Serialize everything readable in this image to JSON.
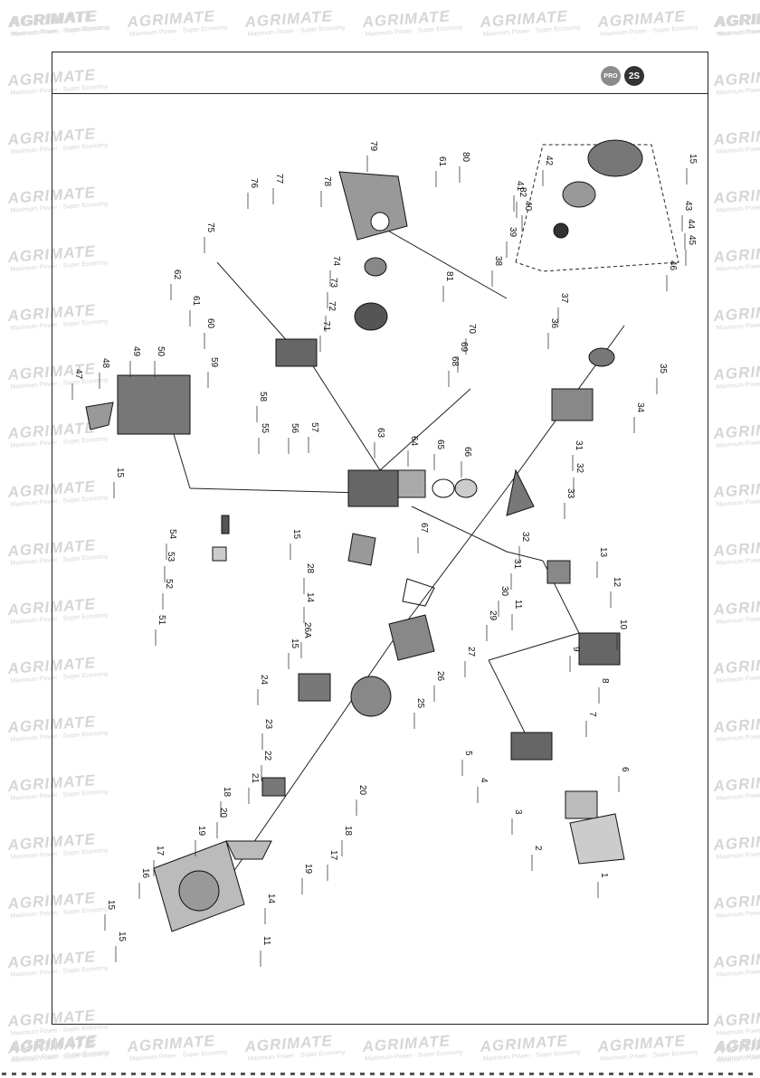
{
  "watermark": {
    "brand": "AGRIMATE",
    "tagline": "Maximum Power · Super Economy"
  },
  "header": {
    "badge_pro": "PRO",
    "badge_2s": "2S"
  },
  "diagram": {
    "part_numbers": [
      "1",
      "2",
      "3",
      "4",
      "5",
      "6",
      "7",
      "8",
      "9",
      "10",
      "11",
      "11",
      "12",
      "13",
      "14",
      "14",
      "15",
      "15",
      "15",
      "15",
      "15",
      "15",
      "16",
      "17",
      "17",
      "18",
      "18",
      "19",
      "19",
      "20",
      "20",
      "21",
      "22",
      "23",
      "24",
      "25",
      "26",
      "26A",
      "27",
      "28",
      "29",
      "30",
      "31",
      "31",
      "32",
      "32",
      "33",
      "34",
      "35",
      "36",
      "37",
      "38",
      "39",
      "40",
      "41",
      "42",
      "43",
      "44",
      "45",
      "46",
      "47",
      "48",
      "49",
      "50",
      "51",
      "52",
      "53",
      "54",
      "55",
      "56",
      "57",
      "58",
      "59",
      "60",
      "61",
      "61",
      "62",
      "63",
      "64",
      "65",
      "66",
      "67",
      "68",
      "69",
      "70",
      "71",
      "72",
      "73",
      "74",
      "75",
      "76",
      "77",
      "78",
      "79",
      "80",
      "81",
      "82"
    ]
  }
}
